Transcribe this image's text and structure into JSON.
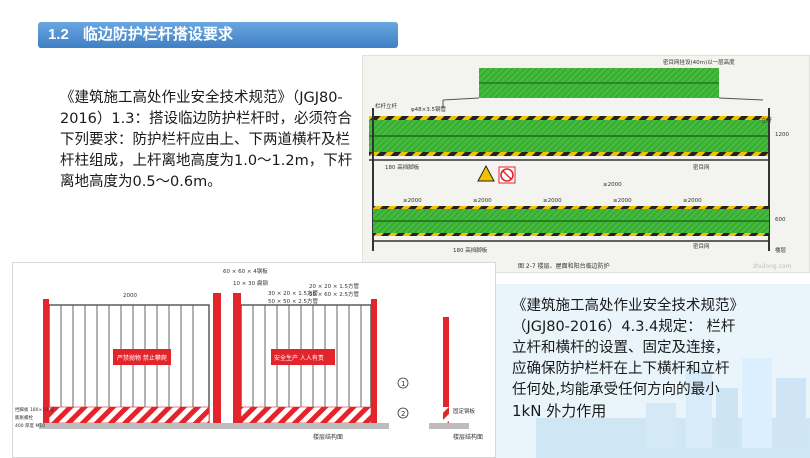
{
  "title": {
    "number": "1.2",
    "text": "临边防护栏杆搭设要求"
  },
  "paragraph1": "《建筑施工高处作业安全技术规范》（JGJ80-2016）1.3：搭设临边防护栏杆时，必须符合下列要求：防护栏杆应由上、下两道横杆及栏杆柱组成，上杆离地高度为1.0～1.2m，下杆离地高度为0.5～0.6m。",
  "paragraph2_lines": [
    "《建筑施工高处作业安全技术规范》",
    "（JGJ80-2016）4.3.4规定： 栏杆",
    "立杆和横杆的设置、固定及连接，",
    "应确保防护栏杆在上下横杆和立杆",
    "任何处,均能承受任何方向的最小",
    "1kN 外力作用"
  ],
  "drawing_top": {
    "caption": "图 2-7    楼层、屋面和阳台临边防护",
    "labels": {
      "rail_post": "栏杆立杆",
      "pipe": "φ48×3.5钢管",
      "post_right": "立杆",
      "mesh_note": "密目网挂设(40m)以一层高度",
      "toe_board": "180 高挡脚板",
      "dense_mesh": "密目网",
      "toe_board2": "180 高挡脚板",
      "dense_mesh2": "密目网",
      "dim1": "≥2000",
      "dim2": "≥2000",
      "dim3": "≥2000",
      "dim4": "≥2000",
      "dim5": "≥2000",
      "dim6": "≥2000",
      "h1": "1200",
      "h2": "600",
      "floor": "楼层"
    },
    "watermark": "zhulong.com"
  },
  "drawing_bottom": {
    "labels": {
      "top_pipe": "60 × 60 × 4钢板",
      "l1": "10 × 30 扁钢",
      "l2": "30 × 20 × 1.5方管",
      "l3": "50 × 50 × 2.5方管",
      "l4": "20 × 20 × 1.5方管",
      "l5": "60 × 60 × 2.5方管",
      "sign_left": "严禁抛物 禁止攀爬",
      "sign_right": "安全生产 人人有责",
      "fixed_plate": "固定钢板",
      "floor_struct": "楼层结构面",
      "floor_struct2": "楼层结构面",
      "left_top_dim": "2000",
      "left_note1": "挡脚板 180×18 厚",
      "left_note2": "膨胀螺栓",
      "left_note3": "400 厚度 M10"
    },
    "circle_labels": [
      "1",
      "2"
    ]
  },
  "colors": {
    "title_bg": "#4a89cf",
    "mesh_green": "#3fb83a",
    "hazard_red": "#e3242b",
    "caution_yellow": "#f2c200"
  }
}
